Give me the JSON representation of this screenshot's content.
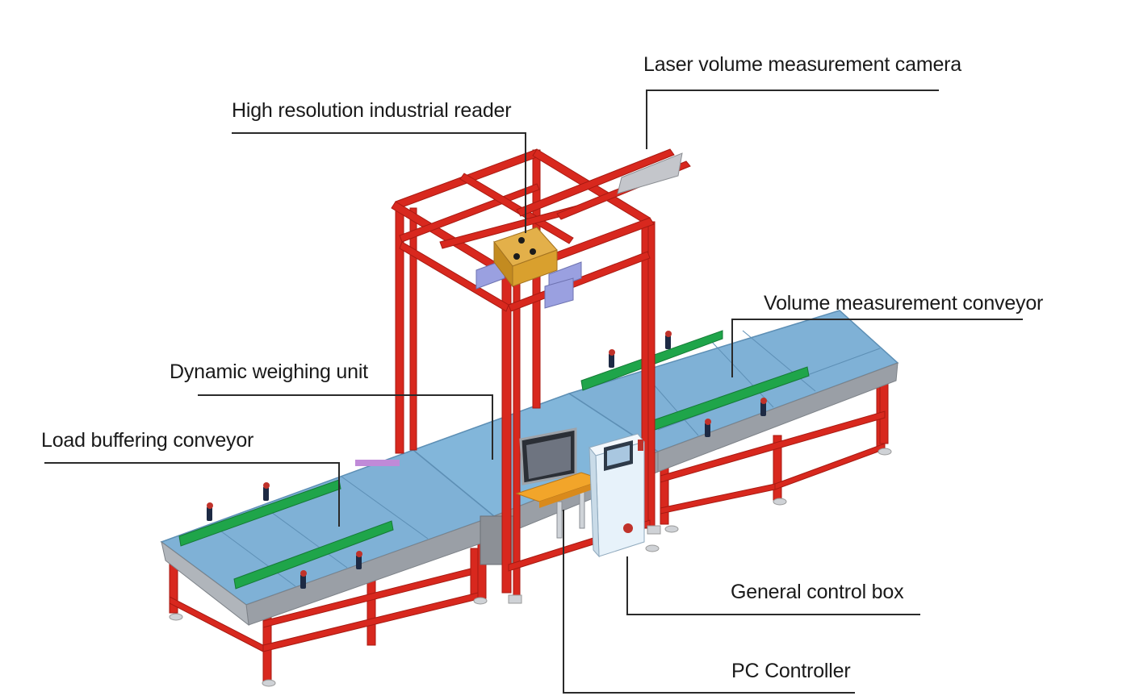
{
  "labels": {
    "laser_camera": "Laser volume measurement camera",
    "industrial_reader": "High resolution industrial reader",
    "volume_conveyor": "Volume measurement conveyor",
    "weighing_unit": "Dynamic weighing unit",
    "buffering_conveyor": "Load buffering conveyor",
    "control_box": "General control box",
    "pc_controller": "PC Controller"
  },
  "colors": {
    "frame": "#d8281e",
    "frame_dark": "#a81a12",
    "belt": "#7fb1d6",
    "belt_edge": "#5d8fb5",
    "side_rail": "#9a9fa6",
    "guide_rail": "#1fa54a",
    "reader_body": "#d9a02e",
    "reader_lens": "#9aa0e0",
    "pc_desk": "#f2a52a",
    "cabinet": "#e7f2fa",
    "leader_line": "#2a2a2a"
  }
}
